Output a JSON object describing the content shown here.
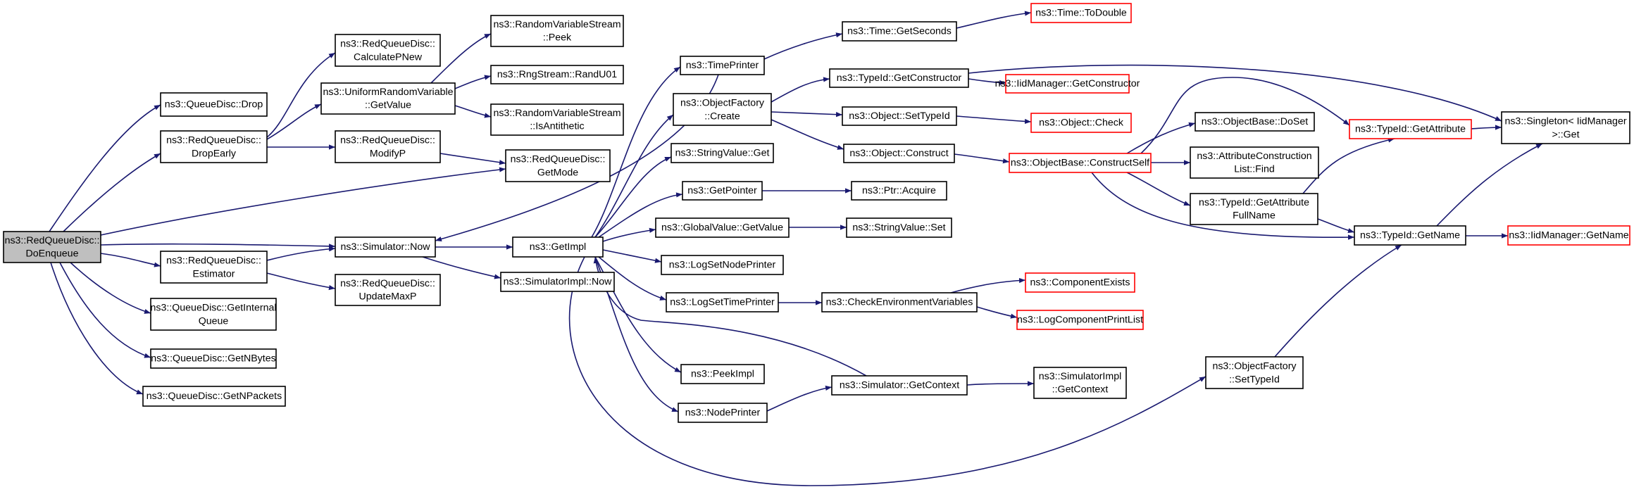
{
  "colors": {
    "edge": "#191970",
    "root_fill": "#bfbfbf",
    "red_border": "#ff0000",
    "node_border": "#000000",
    "background": "#ffffff"
  },
  "nodes": [
    {
      "id": "n0",
      "lines": [
        "ns3::RedQueueDisc::",
        "DoEnqueue"
      ],
      "root": true
    },
    {
      "id": "n1",
      "lines": [
        "ns3::QueueDisc::Drop"
      ]
    },
    {
      "id": "n2",
      "lines": [
        "ns3::RedQueueDisc::",
        "DropEarly"
      ]
    },
    {
      "id": "n3",
      "lines": [
        "ns3::RedQueueDisc::",
        "CalculatePNew"
      ]
    },
    {
      "id": "n4",
      "lines": [
        "ns3::UniformRandomVariable",
        "::GetValue"
      ]
    },
    {
      "id": "n5",
      "lines": [
        "ns3::RandomVariableStream",
        "::Peek"
      ]
    },
    {
      "id": "n6",
      "lines": [
        "ns3::RngStream::RandU01"
      ]
    },
    {
      "id": "n7",
      "lines": [
        "ns3::RandomVariableStream",
        "::IsAntithetic"
      ]
    },
    {
      "id": "n8",
      "lines": [
        "ns3::RedQueueDisc::",
        "ModifyP"
      ]
    },
    {
      "id": "n9",
      "lines": [
        "ns3::RedQueueDisc::",
        "GetMode"
      ]
    },
    {
      "id": "n10",
      "lines": [
        "ns3::Simulator::Now"
      ]
    },
    {
      "id": "n11",
      "lines": [
        "ns3::GetImpl"
      ]
    },
    {
      "id": "n12",
      "lines": [
        "ns3::RedQueueDisc::",
        "Estimator"
      ]
    },
    {
      "id": "n13",
      "lines": [
        "ns3::RedQueueDisc::",
        "UpdateMaxP"
      ]
    },
    {
      "id": "n14",
      "lines": [
        "ns3::SimulatorImpl::Now"
      ]
    },
    {
      "id": "n15",
      "lines": [
        "ns3::QueueDisc::GetInternal",
        "Queue"
      ]
    },
    {
      "id": "n16",
      "lines": [
        "ns3::QueueDisc::GetNBytes"
      ]
    },
    {
      "id": "n17",
      "lines": [
        "ns3::QueueDisc::GetNPackets"
      ]
    },
    {
      "id": "n18",
      "lines": [
        "ns3::TimePrinter"
      ]
    },
    {
      "id": "n19",
      "lines": [
        "ns3::ObjectFactory",
        "::Create"
      ]
    },
    {
      "id": "n20",
      "lines": [
        "ns3::StringValue::Get"
      ]
    },
    {
      "id": "n21",
      "lines": [
        "ns3::GetPointer"
      ]
    },
    {
      "id": "n22",
      "lines": [
        "ns3::GlobalValue::GetValue"
      ]
    },
    {
      "id": "n23",
      "lines": [
        "ns3::LogSetNodePrinter"
      ]
    },
    {
      "id": "n24",
      "lines": [
        "ns3::LogSetTimePrinter"
      ]
    },
    {
      "id": "n25",
      "lines": [
        "ns3::PeekImpl"
      ]
    },
    {
      "id": "n26",
      "lines": [
        "ns3::NodePrinter"
      ]
    },
    {
      "id": "n27",
      "lines": [
        "ns3::Time::GetSeconds"
      ]
    },
    {
      "id": "n28",
      "lines": [
        "ns3::Time::ToDouble"
      ],
      "red": true
    },
    {
      "id": "n29",
      "lines": [
        "ns3::TypeId::GetConstructor"
      ]
    },
    {
      "id": "n30",
      "lines": [
        "ns3::IidManager::GetConstructor"
      ],
      "red": true
    },
    {
      "id": "n31",
      "lines": [
        "ns3::Object::SetTypeId"
      ]
    },
    {
      "id": "n32",
      "lines": [
        "ns3::Object::Check"
      ],
      "red": true
    },
    {
      "id": "n33",
      "lines": [
        "ns3::Object::Construct"
      ]
    },
    {
      "id": "n34",
      "lines": [
        "ns3::ObjectBase::ConstructSelf"
      ],
      "red": true
    },
    {
      "id": "n35",
      "lines": [
        "ns3::Ptr::Acquire"
      ]
    },
    {
      "id": "n36",
      "lines": [
        "ns3::StringValue::Set"
      ]
    },
    {
      "id": "n37",
      "lines": [
        "ns3::CheckEnvironmentVariables"
      ]
    },
    {
      "id": "n38",
      "lines": [
        "ns3::ComponentExists"
      ],
      "red": true
    },
    {
      "id": "n39",
      "lines": [
        "ns3::LogComponentPrintList"
      ],
      "red": true
    },
    {
      "id": "n40",
      "lines": [
        "ns3::Simulator::GetContext"
      ]
    },
    {
      "id": "n41",
      "lines": [
        "ns3::SimulatorImpl",
        "::GetContext"
      ]
    },
    {
      "id": "n42",
      "lines": [
        "ns3::ObjectBase::DoSet"
      ]
    },
    {
      "id": "n43",
      "lines": [
        "ns3::AttributeConstruction",
        "List::Find"
      ]
    },
    {
      "id": "n44",
      "lines": [
        "ns3::TypeId::GetAttribute",
        "FullName"
      ]
    },
    {
      "id": "n45",
      "lines": [
        "ns3::TypeId::GetAttribute"
      ],
      "red": true
    },
    {
      "id": "n46",
      "lines": [
        "ns3::Singleton< IidManager",
        ">::Get"
      ]
    },
    {
      "id": "n47",
      "lines": [
        "ns3::TypeId::GetName"
      ]
    },
    {
      "id": "n48",
      "lines": [
        "ns3::IidManager::GetName"
      ],
      "red": true
    },
    {
      "id": "n49",
      "lines": [
        "ns3::ObjectFactory",
        "::SetTypeId"
      ]
    }
  ],
  "edges": [
    [
      "n0",
      "n1"
    ],
    [
      "n0",
      "n2"
    ],
    [
      "n0",
      "n9"
    ],
    [
      "n0",
      "n10"
    ],
    [
      "n0",
      "n12"
    ],
    [
      "n0",
      "n15"
    ],
    [
      "n0",
      "n16"
    ],
    [
      "n0",
      "n17"
    ],
    [
      "n2",
      "n3"
    ],
    [
      "n2",
      "n4"
    ],
    [
      "n2",
      "n8"
    ],
    [
      "n4",
      "n5"
    ],
    [
      "n4",
      "n6"
    ],
    [
      "n4",
      "n7"
    ],
    [
      "n8",
      "n9"
    ],
    [
      "n10",
      "n11"
    ],
    [
      "n10",
      "n14"
    ],
    [
      "n12",
      "n10"
    ],
    [
      "n12",
      "n13"
    ],
    [
      "n11",
      "n18"
    ],
    [
      "n11",
      "n19"
    ],
    [
      "n11",
      "n20"
    ],
    [
      "n11",
      "n21"
    ],
    [
      "n11",
      "n22"
    ],
    [
      "n11",
      "n23"
    ],
    [
      "n11",
      "n24"
    ],
    [
      "n11",
      "n25"
    ],
    [
      "n11",
      "n26"
    ],
    [
      "n11",
      "n49"
    ],
    [
      "n18",
      "n27"
    ],
    [
      "n18",
      "n10"
    ],
    [
      "n27",
      "n28"
    ],
    [
      "n19",
      "n29"
    ],
    [
      "n19",
      "n31"
    ],
    [
      "n19",
      "n33"
    ],
    [
      "n29",
      "n30"
    ],
    [
      "n29",
      "n46"
    ],
    [
      "n31",
      "n32"
    ],
    [
      "n33",
      "n34"
    ],
    [
      "n34",
      "n42"
    ],
    [
      "n34",
      "n43"
    ],
    [
      "n34",
      "n44"
    ],
    [
      "n34",
      "n45"
    ],
    [
      "n34",
      "n47"
    ],
    [
      "n21",
      "n35"
    ],
    [
      "n22",
      "n36"
    ],
    [
      "n24",
      "n37"
    ],
    [
      "n37",
      "n38"
    ],
    [
      "n37",
      "n39"
    ],
    [
      "n26",
      "n40"
    ],
    [
      "n40",
      "n11"
    ],
    [
      "n40",
      "n41"
    ],
    [
      "n44",
      "n45"
    ],
    [
      "n44",
      "n47"
    ],
    [
      "n45",
      "n46"
    ],
    [
      "n47",
      "n46"
    ],
    [
      "n47",
      "n48"
    ],
    [
      "n49",
      "n47"
    ]
  ]
}
